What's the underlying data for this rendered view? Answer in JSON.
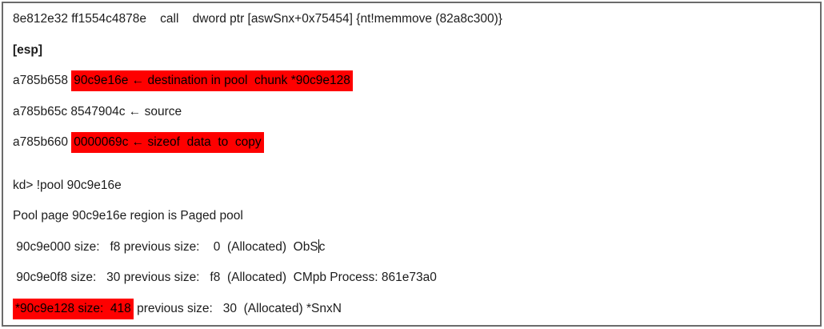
{
  "colors": {
    "highlight": "#fe0000",
    "highlight_text": "#000000",
    "text": "#1c1c1c",
    "frame_border": "#6b6b6b",
    "background": "#ffffff"
  },
  "content": {
    "call_instruction": "8e812e32 ff1554c4878e    call    dword ptr [aswSnx+0x75454] {nt!memmove (82a8c300)}",
    "esp_label": "[esp]",
    "destination_address": "a785b658 ",
    "destination_highlight": "90c9e16e ← destination in pool  chunk *90c9e128",
    "source_line": "a785b65c 8547904c ← source",
    "size_address": "a785b660 ",
    "size_highlight": "0000069c ← sizeof  data  to  copy",
    "kd_command": "kd> !pool 90c9e16e",
    "pool_region": "Pool page 90c9e16e region is Paged pool",
    "chunk1_before_caret": " 90c9e000 size:   f8 previous size:    0  (Allocated)  ObS",
    "chunk1_after_caret": "c",
    "chunk2": " 90c9e0f8 size:   30 previous size:   f8  (Allocated)  CMpb Process: 861e73a0",
    "chunk3_highlight": "*90c9e128 size:  418",
    "chunk3_rest": " previous size:   30  (Allocated) *SnxN"
  }
}
